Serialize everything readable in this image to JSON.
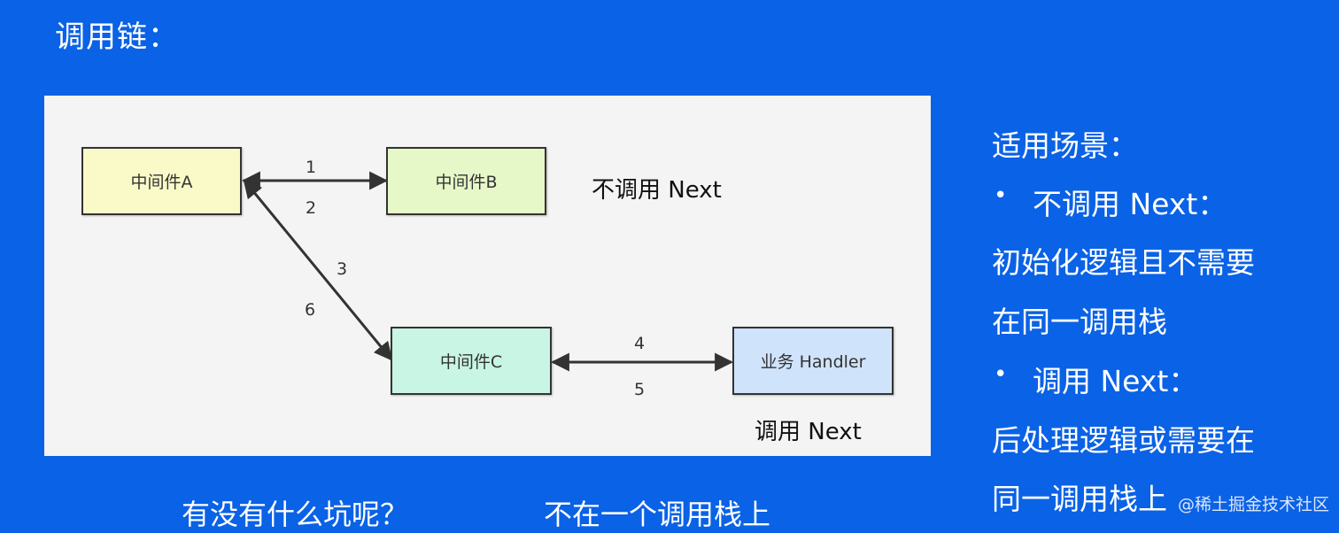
{
  "title": "调用链：",
  "diagram": {
    "nodes": {
      "a": {
        "label": "中间件A",
        "fill": "#fafac8"
      },
      "b": {
        "label": "中间件B",
        "fill": "#e6f8c8"
      },
      "c": {
        "label": "中间件C",
        "fill": "#c8f5e4"
      },
      "handler": {
        "label": "业务 Handler",
        "fill": "#cfe3fa"
      }
    },
    "edge_labels": [
      "1",
      "2",
      "3",
      "6",
      "4",
      "5"
    ],
    "notes": {
      "no_next": "不调用  Next",
      "next": "调用  Next"
    }
  },
  "side": {
    "heading": "适用场景：",
    "bullet1": "不调用  Next：",
    "text1_line1": "初始化逻辑且不需要",
    "text1_line2": "在同一调用栈",
    "bullet2": "调用  Next：",
    "text2_line1": "后处理逻辑或需要在",
    "text2_line2": "同一调用栈上"
  },
  "bottom": {
    "question": "有没有什么坑呢？",
    "answer": "不在一个调用栈上"
  },
  "watermark": "@稀土掘金技术社区"
}
